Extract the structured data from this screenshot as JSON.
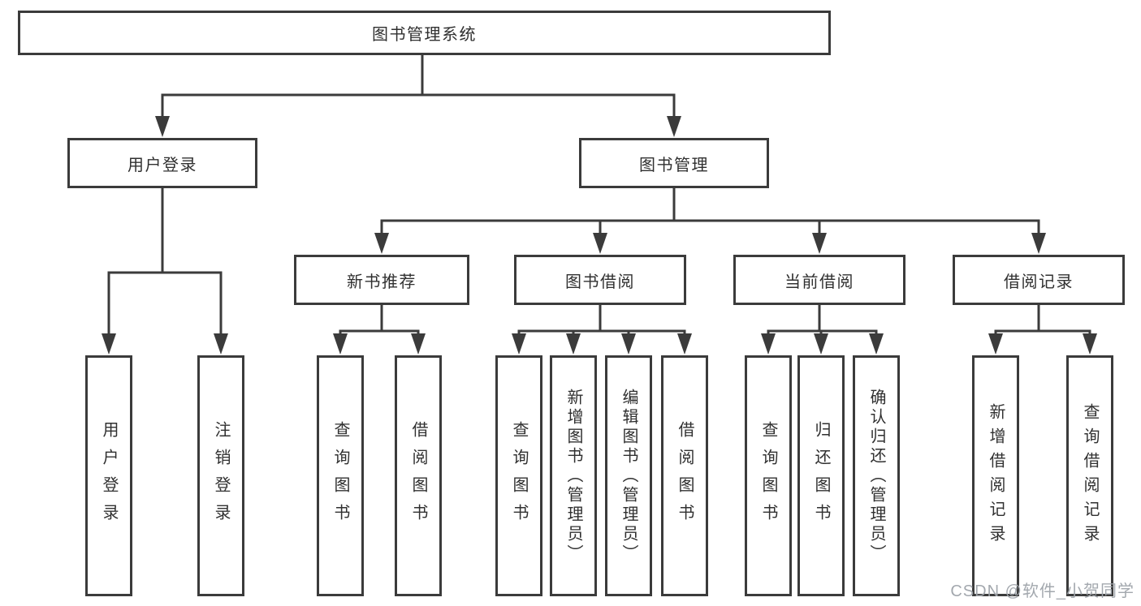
{
  "diagram": {
    "title": "图书管理系统",
    "branches": [
      {
        "label": "用户登录",
        "children": [
          "用户登录",
          "注销登录"
        ]
      },
      {
        "label": "图书管理",
        "modules": [
          {
            "label": "新书推荐",
            "children": [
              "查询图书",
              "借阅图书"
            ]
          },
          {
            "label": "图书借阅",
            "children": [
              "查询图书",
              "新增图书（管理员）",
              "编辑图书（管理员）",
              "借阅图书"
            ]
          },
          {
            "label": "当前借阅",
            "children": [
              "查询图书",
              "归还图书",
              "确认归还（管理员）"
            ]
          },
          {
            "label": "借阅记录",
            "children": [
              "新增借阅记录",
              "查询借阅记录"
            ]
          }
        ]
      }
    ]
  },
  "watermark": {
    "text": "CSDN @软件_小贺同学"
  },
  "colors": {
    "line": "#3b3b3b",
    "text": "#303030",
    "box_background": "#ffffff",
    "watermark": "#9ea3aa",
    "background": "#ffffff"
  }
}
